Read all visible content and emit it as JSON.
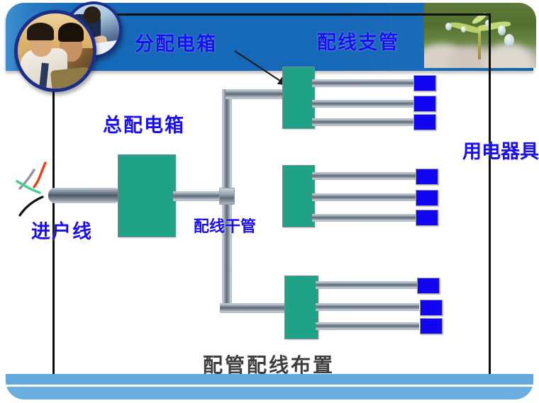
{
  "slide": {
    "caption": "配管配线布置",
    "header": {
      "title_sub_panel": "分配电箱",
      "title_branch_conduit": "配线支管"
    },
    "labels": {
      "main_panel": "总配电箱",
      "entry_line": "进户线",
      "trunk_conduit": "配线干管",
      "appliances": "用电器具"
    },
    "colors": {
      "header_blue": "#1668b8",
      "footer_blue": "#66aade",
      "label_blue": "#1a0ff0",
      "panel_green": "#20a287",
      "appliance_blue": "#1205f2",
      "frame_black": "#0d0d0d",
      "caption_gray": "#3e3e3e",
      "pipe_gray": "#5d6a75"
    },
    "photos": {
      "circle_front": "office-workers-photo",
      "circle_back": "handshake-photo",
      "header_right": "sprout-water-drop-photo"
    },
    "diagram": {
      "main_panel_box": "main-distribution-panel",
      "sub_panels": [
        {
          "name": "sub-panel-top",
          "appliance_count": 3
        },
        {
          "name": "sub-panel-middle",
          "appliance_count": 3
        },
        {
          "name": "sub-panel-bottom",
          "appliance_count": 3
        }
      ],
      "entry_wire_colors": [
        "#ef3c13",
        "#9a8fa8",
        "#3fd18a",
        "#111111"
      ],
      "pointer": "arrow-to-sub-panel"
    }
  }
}
